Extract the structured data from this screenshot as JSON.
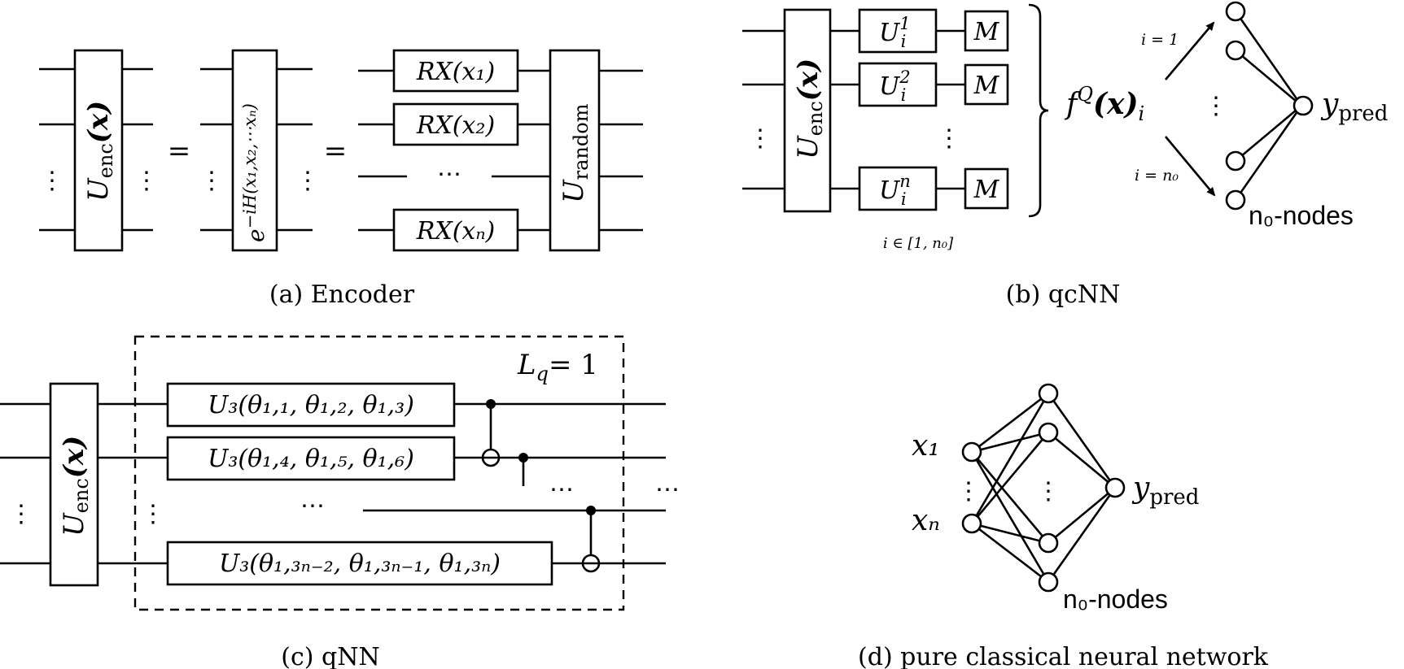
{
  "panel_a": {
    "caption": "(a) Encoder",
    "uenc_label": "U",
    "uenc_sub": "enc",
    "uenc_arg": "(x)",
    "equals": "=",
    "exp_label": "e",
    "exp_power": "−iH(x₁,x₂,⋯xₙ)",
    "rx_gates": [
      "RX(x₁)",
      "RX(x₂)",
      "RX(xₙ)"
    ],
    "rx_ellipsis": "⋯",
    "urandom_label": "U",
    "urandom_sub": "random",
    "vdots": "⋮"
  },
  "panel_b": {
    "caption": "(b) qcNN",
    "uenc_label": "U",
    "uenc_sub": "enc",
    "uenc_arg": "(x)",
    "unitaries": [
      {
        "base": "U",
        "sup": "1",
        "sub": "i"
      },
      {
        "base": "U",
        "sup": "2",
        "sub": "i"
      },
      {
        "base": "U",
        "sup": "n",
        "sub": "i"
      }
    ],
    "measure": "M",
    "index_range": "i ∈ [1, n₀]",
    "fq_label": "f",
    "fq_sup": "Q",
    "fq_arg": "(x)",
    "fq_sub": "i",
    "arrow_top": "i = 1",
    "arrow_bottom": "i = n₀",
    "output": "y",
    "output_sub": "pred",
    "nodes_label": "n₀-nodes",
    "vdots": "⋮"
  },
  "panel_c": {
    "caption": "(c) qNN",
    "layer_label": "L",
    "layer_sub": "q",
    "layer_value": "= 1",
    "uenc_label": "U",
    "uenc_sub": "enc",
    "uenc_arg": "(x)",
    "u3_gates": [
      "U₃(θ₁,₁, θ₁,₂, θ₁,₃)",
      "U₃(θ₁,₄, θ₁,₅, θ₁,₆)",
      "U₃(θ₁,₃ₙ₋₂, θ₁,₃ₙ₋₁, θ₁,₃ₙ)"
    ],
    "ellipsis": "⋯",
    "vdots": "⋮"
  },
  "panel_d": {
    "caption": "(d) pure classical neural network",
    "inputs": [
      "x₁",
      "xₙ"
    ],
    "output": "y",
    "output_sub": "pred",
    "nodes_label": "n₀-nodes",
    "vdots": "⋮"
  }
}
